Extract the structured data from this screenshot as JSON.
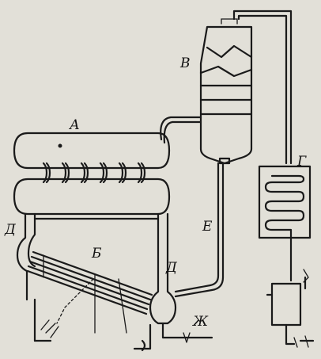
{
  "labels": {
    "a": "А",
    "b": "Б",
    "v": "В",
    "g": "Г",
    "d_left": "Д",
    "d_right": "Д",
    "e": "Е",
    "zh": "Ж"
  },
  "colors": {
    "paper": "#e2e0d8",
    "ink": "#1a1a1a"
  }
}
